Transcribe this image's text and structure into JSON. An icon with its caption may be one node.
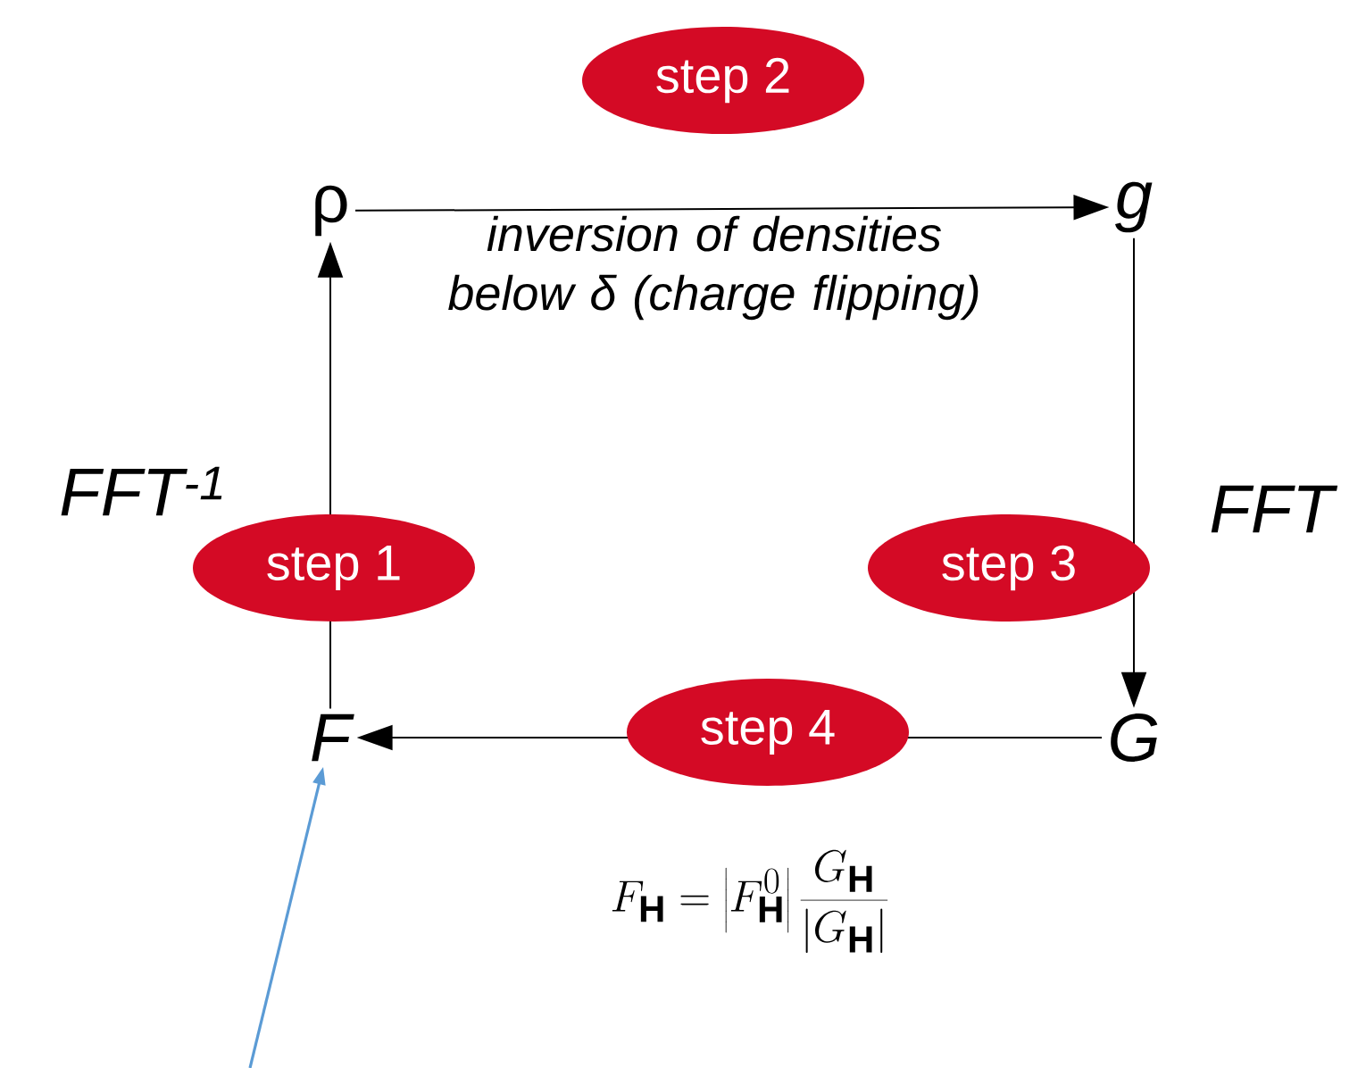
{
  "diagram": {
    "nodes": [
      {
        "text": [
          "ρ"
        ]
      },
      {
        "text": [
          "g"
        ]
      },
      {
        "text": [
          "G"
        ]
      },
      {
        "text": [
          "F"
        ]
      }
    ],
    "edges": [
      {
        "from": 3,
        "to": 0,
        "arrow": "to",
        "label": "step 1"
      },
      {
        "from": 0,
        "to": 1,
        "arrow": "to",
        "label": "step 2"
      },
      {
        "from": 1,
        "to": 2,
        "arrow": "to",
        "label": "step 3"
      },
      {
        "from": 2,
        "to": 3,
        "arrow": "to",
        "label": "step 4"
      },
      {
        "from": null,
        "to": 3,
        "arrow": "to",
        "color": "#5b9bd5"
      }
    ],
    "labels": [
      "inversion of densities below δ (charge flipping)",
      "FFT$^{-1}$",
      "FFT",
      "F_{\\mathbf{H}}=\\left|F^{0}_{\\mathbf{H}}\\right|\\frac{G_{\\mathbf{H}}}{\\left|G_{\\mathbf{H}}\\right|}"
    ]
  }
}
